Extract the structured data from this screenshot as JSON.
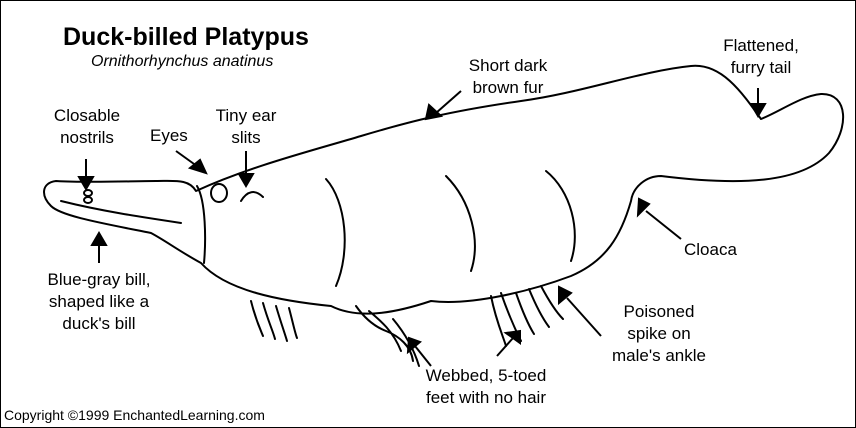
{
  "title": "Duck-billed Platypus",
  "scientific_name": "Ornithorhynchus anatinus",
  "copyright": "Copyright ©1999 EnchantedLearning.com",
  "labels": {
    "nostrils": [
      "Closable",
      "nostrils"
    ],
    "eyes": [
      "Eyes"
    ],
    "ear_slits": [
      "Tiny ear",
      "slits"
    ],
    "fur": [
      "Short dark",
      "brown fur"
    ],
    "tail": [
      "Flattened,",
      "furry tail"
    ],
    "bill": [
      "Blue-gray bill,",
      "shaped like a",
      "duck's bill"
    ],
    "cloaca": [
      "Cloaca"
    ],
    "spike": [
      "Poisoned",
      "spike on",
      "male's ankle"
    ],
    "feet": [
      "Webbed, 5-toed",
      "feet with no hair"
    ]
  }
}
